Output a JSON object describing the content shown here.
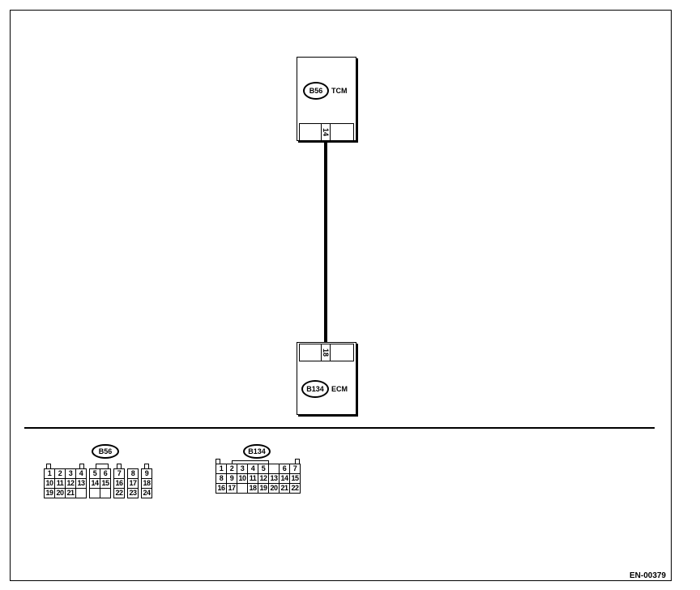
{
  "tcm": {
    "connector_id": "B56",
    "name": "TCM",
    "pin": "14"
  },
  "ecm": {
    "connector_id": "B134",
    "name": "ECM",
    "pin": "18"
  },
  "connector_b56": {
    "label": "B56",
    "rows": [
      [
        "1",
        "2",
        "3",
        "4",
        "",
        "5",
        "6",
        "",
        "7",
        "",
        "8",
        "",
        "9"
      ],
      [
        "10",
        "11",
        "12",
        "13",
        "",
        "14",
        "15",
        "",
        "16",
        "",
        "17",
        "",
        "18"
      ],
      [
        "19",
        "20",
        "21",
        "",
        "",
        "",
        "",
        "",
        "22",
        "",
        "23",
        "",
        "24"
      ]
    ]
  },
  "connector_b134": {
    "label": "B134",
    "rows": [
      [
        "1",
        "2",
        "3",
        "4",
        "5",
        "",
        "6",
        "7"
      ],
      [
        "8",
        "9",
        "10",
        "11",
        "12",
        "13",
        "14",
        "15"
      ],
      [
        "16",
        "17",
        "",
        "18",
        "19",
        "20",
        "21",
        "22"
      ]
    ]
  },
  "figure_code": "EN-00379"
}
